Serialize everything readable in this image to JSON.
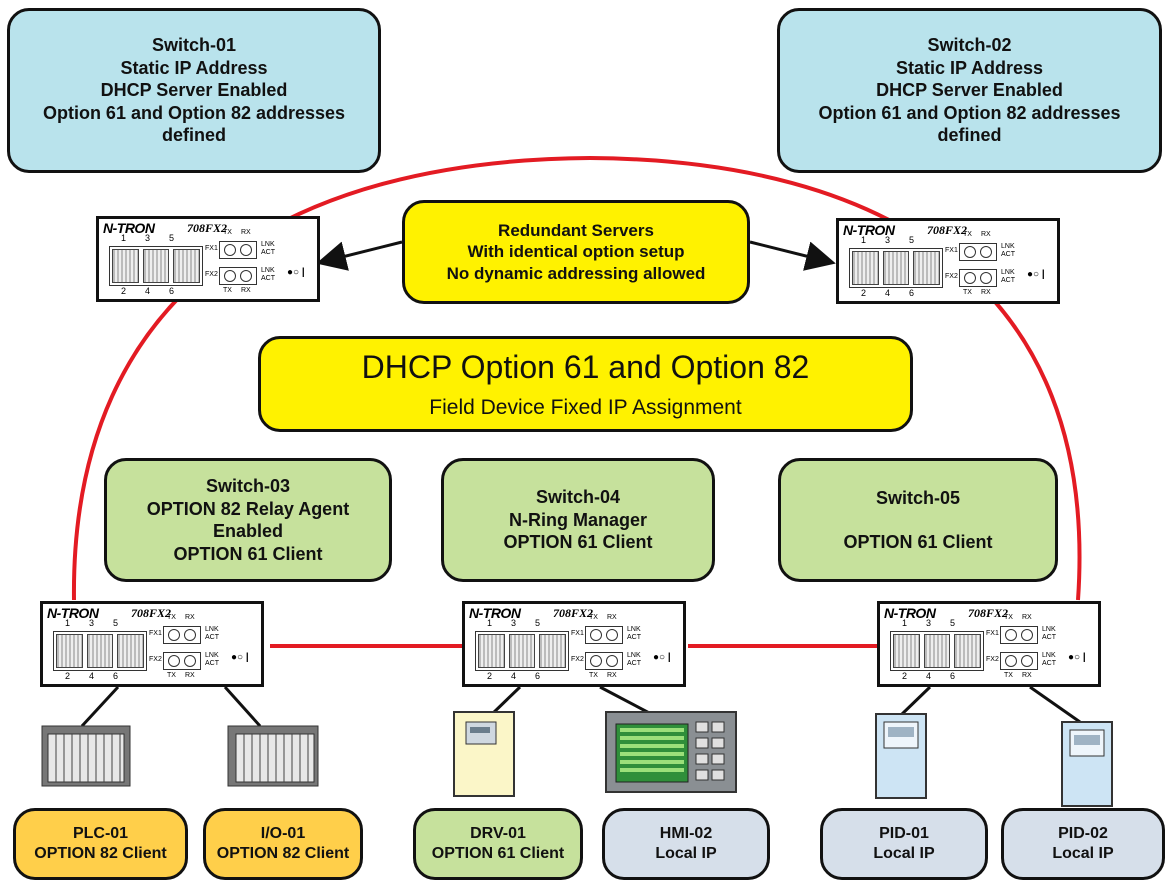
{
  "switch01_box": [
    "Switch-01",
    "Static IP Address",
    "DHCP Server Enabled",
    "Option 61 and Option 82 addresses",
    "defined"
  ],
  "switch02_box": [
    "Switch-02",
    "Static IP Address",
    "DHCP Server Enabled",
    "Option 61 and Option 82 addresses",
    "defined"
  ],
  "redundant_box": [
    "Redundant Servers",
    "With identical option setup",
    "No dynamic addressing allowed"
  ],
  "title_box": {
    "title": "DHCP Option 61 and Option 82",
    "subtitle": "Field Device Fixed IP Assignment"
  },
  "switch03_box": [
    "Switch-03",
    "OPTION 82 Relay Agent",
    "Enabled",
    "OPTION 61 Client"
  ],
  "switch04_box": [
    "Switch-04",
    "N-Ring Manager",
    "OPTION 61 Client"
  ],
  "switch05_box": [
    "Switch-05",
    "",
    "OPTION 61 Client"
  ],
  "switch_hw": {
    "brand": "N-TRON",
    "model": "708FX2",
    "ports_top": [
      "1",
      "3",
      "5"
    ],
    "ports_bottom": [
      "2",
      "4",
      "6"
    ],
    "fx1": "FX1",
    "fx2": "FX2",
    "tx": "TX",
    "rx": "RX",
    "lnk": "LNK",
    "act": "ACT"
  },
  "devices": {
    "plc01": [
      "PLC-01",
      "OPTION 82 Client"
    ],
    "io01": [
      "I/O-01",
      "OPTION 82 Client"
    ],
    "drv01": [
      "DRV-01",
      "OPTION 61 Client"
    ],
    "hmi02": [
      "HMI-02",
      "Local IP"
    ],
    "pid01": [
      "PID-01",
      "Local IP"
    ],
    "pid02": [
      "PID-02",
      "Local IP"
    ]
  },
  "colors": {
    "ring": "#e31b23",
    "info_blue": "#b9e3ec",
    "client_green": "#c6e19c",
    "note_yellow": "#fff200",
    "option82_orange": "#ffcf4a",
    "local_grey": "#d6dfea"
  }
}
